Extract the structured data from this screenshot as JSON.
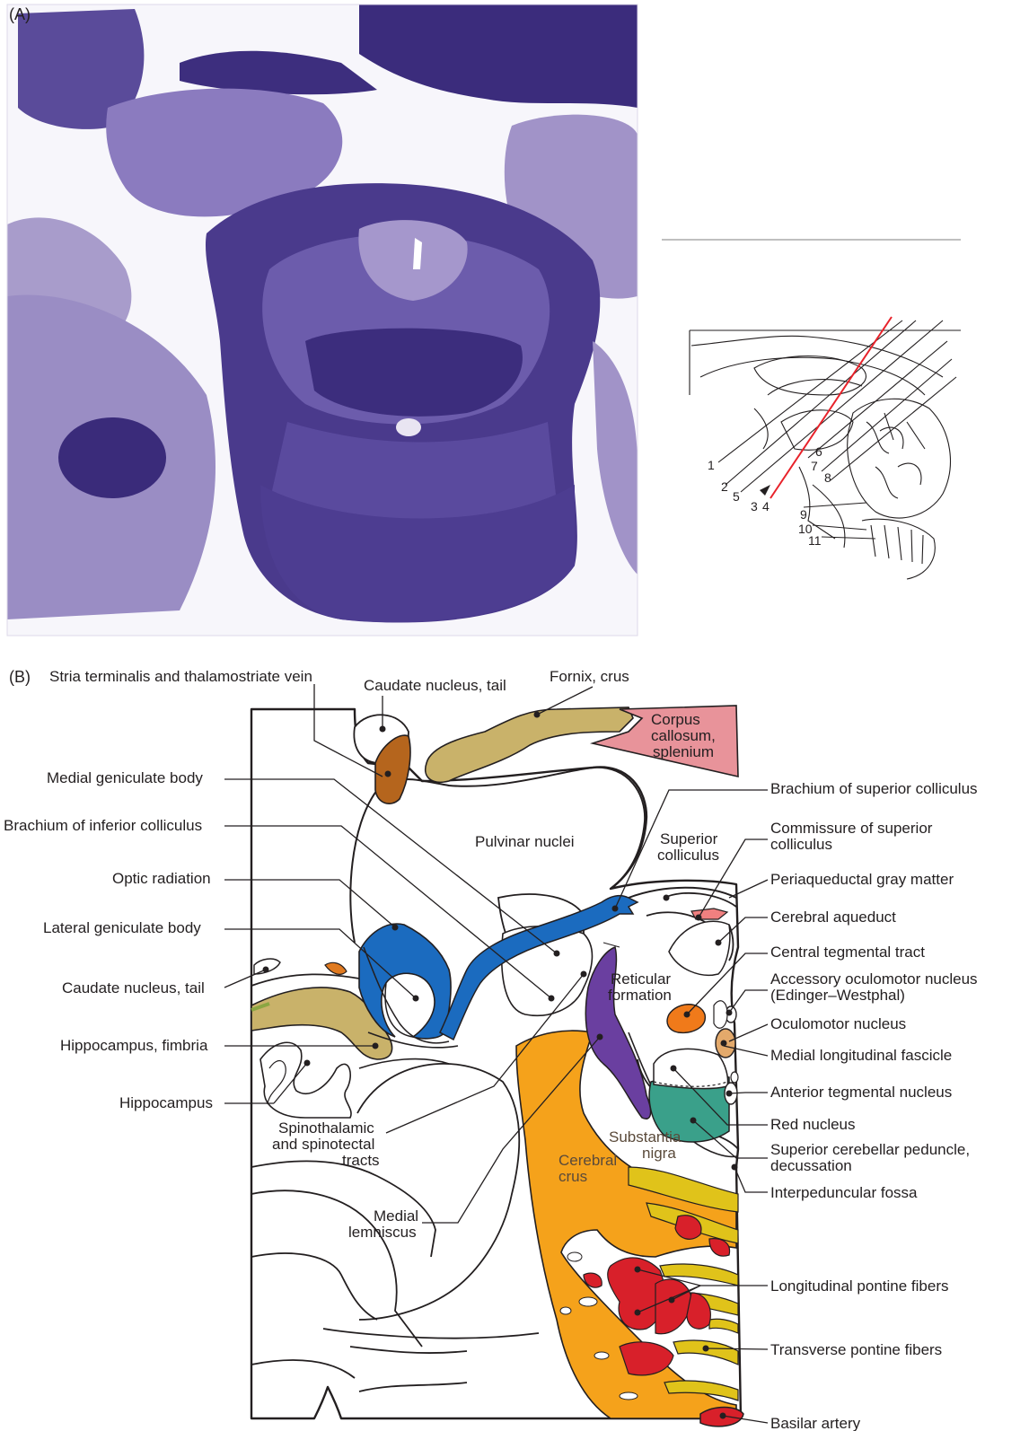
{
  "panel_a": {
    "label": "(A)"
  },
  "panel_b": {
    "label": "(B)"
  },
  "inset": {
    "numbers": [
      "1",
      "2",
      "3",
      "4",
      "5",
      "6",
      "7",
      "8",
      "9",
      "10",
      "11"
    ]
  },
  "labels": {
    "stria_terminalis": "Stria terminalis and thalamostriate vein",
    "caudate_tail_top": "Caudate nucleus, tail",
    "fornix_crus": "Fornix, crus",
    "corpus_callosum_1": "Corpus",
    "corpus_callosum_2": "callosum,",
    "corpus_callosum_3": "splenium",
    "medial_geniculate": "Medial geniculate body",
    "brachium_superior": "Brachium of superior colliculus",
    "brachium_inferior": "Brachium of inferior colliculus",
    "pulvinar": "Pulvinar nuclei",
    "superior_colliculus_1": "Superior",
    "superior_colliculus_2": "colliculus",
    "commissure_superior_1": "Commissure of superior",
    "commissure_superior_2": "colliculus",
    "optic_radiation": "Optic radiation",
    "periaqueductal": "Periaqueductal gray matter",
    "lateral_geniculate": "Lateral geniculate body",
    "cerebral_aqueduct": "Cerebral aqueduct",
    "central_tegmental": "Central tegmental tract",
    "reticular_1": "Reticular",
    "reticular_2": "formation",
    "accessory_oculomotor_1": "Accessory oculomotor nucleus",
    "accessory_oculomotor_2": "(Edinger–Westphal)",
    "caudate_tail_left": "Caudate nucleus, tail",
    "oculomotor_nucleus": "Oculomotor nucleus",
    "hippocampus_fimbria": "Hippocampus, fimbria",
    "medial_longitudinal": "Medial longitudinal fascicle",
    "anterior_tegmental": "Anterior tegmental nucleus",
    "hippocampus": "Hippocampus",
    "red_nucleus": "Red nucleus",
    "spinothalamic_1": "Spinothalamic",
    "spinothalamic_2": "and spinotectal",
    "spinothalamic_3": "tracts",
    "substantia_1": "Substantia",
    "substantia_2": "nigra",
    "superior_cerebellar_1": "Superior cerebellar peduncle,",
    "superior_cerebellar_2": "decussation",
    "cerebral_crus_1": "Cerebral",
    "cerebral_crus_2": "crus",
    "interpeduncular": "Interpeduncular fossa",
    "medial_lemniscus_1": "Medial",
    "medial_lemniscus_2": "lemniscus",
    "longitudinal_pontine": "Longitudinal pontine fibers",
    "transverse_pontine": "Transverse pontine fibers",
    "basilar_artery": "Basilar artery"
  },
  "colors": {
    "stain_dark": "#3a2d7a",
    "stain_mid": "#6a5aa8",
    "stain_light": "#a79bcc",
    "caudate": "#b5651d",
    "fornix": "#c9b26a",
    "corpus_callosum": "#e8939a",
    "optic_blue": "#1b6bbf",
    "light_blue": "#3fa7dc",
    "reticular_purple": "#6a3fa0",
    "orange": "#f5a21b",
    "central_tegmental": "#f07a1a",
    "oculomotor_tan": "#e3a96b",
    "teal": "#3aa08a",
    "red": "#d8202a",
    "yellow": "#e0c31a",
    "pink": "#f08080",
    "inset_red": "#e8222a"
  }
}
